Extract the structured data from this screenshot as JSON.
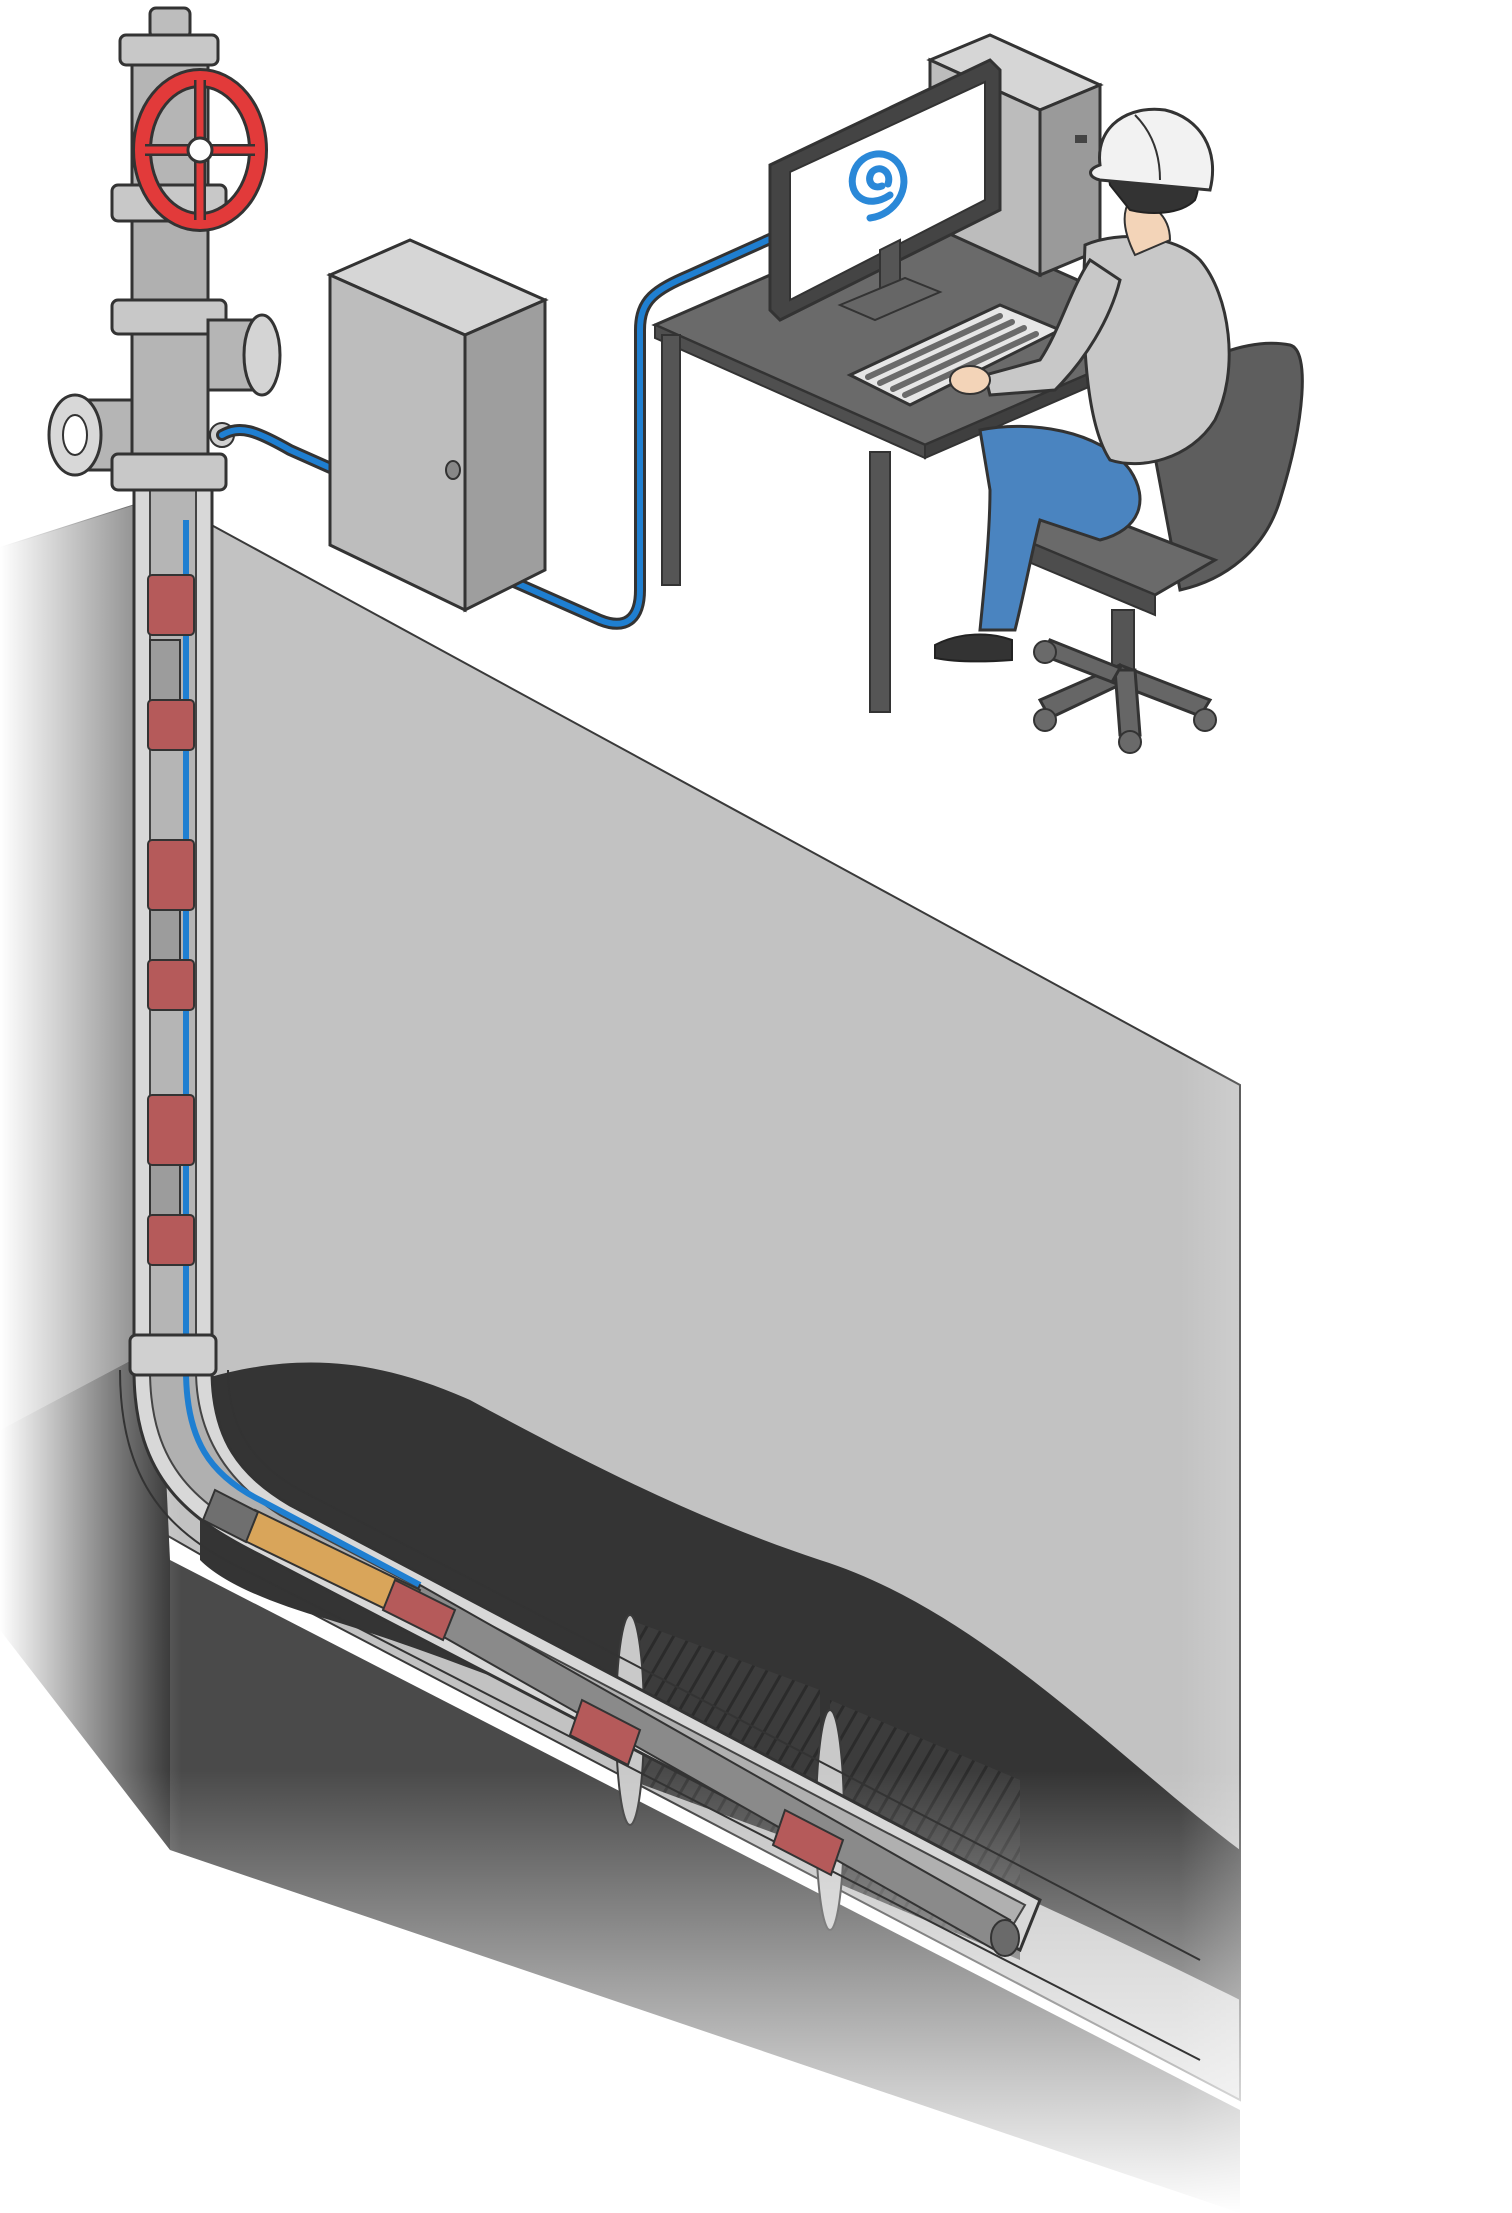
{
  "illustration": {
    "colors": {
      "outline": "#333333",
      "ground_face": "#c4c4c4",
      "ground_side": "#7a7a7a",
      "rock_layer": "#3a3a3a",
      "steel": "#a8a8a8",
      "steel_light": "#d4d4d4",
      "valve_wheel": "#e23a3a",
      "fiber_cable": "#1f7fd1",
      "clamp": "#b55a5a",
      "tool_gold": "#d9a55a",
      "cabinet": "#bdbdbd",
      "desk": "#5a5a5a",
      "monitor_logo": "#2a88d8",
      "shirt": "#c8c8c8",
      "jeans": "#4a84c0",
      "helmet": "#f2f2f2",
      "chair": "#5e5e5e"
    },
    "elements": {
      "wellhead": "wellhead-valve-assembly",
      "cabinet": "control-cabinet",
      "workstation": "computer-workstation",
      "operator": "operator-with-hard-hat",
      "well": "horizontal-well-casing",
      "tool": "downhole-logging-tool"
    }
  }
}
